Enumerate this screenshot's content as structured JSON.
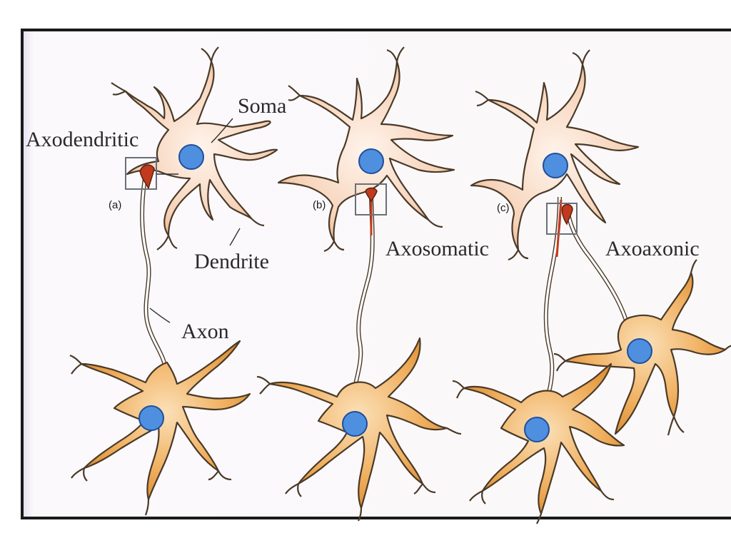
{
  "labels": {
    "soma": "Soma",
    "axodendritic": "Axodendritic",
    "dendrite": "Dendrite",
    "axon": "Axon",
    "axosomatic": "Axosomatic",
    "axoaxonic": "Axoaxonic",
    "panel_a": "(a)",
    "panel_b": "(b)",
    "panel_c": "(c)"
  },
  "colors": {
    "presynaptic_soma": "#f8dcc6",
    "postsynaptic_soma": "#eeac5c",
    "nucleus": "#4f8fe0",
    "axon_terminal": "#c23a1e",
    "frame": "#1a1a1a"
  }
}
